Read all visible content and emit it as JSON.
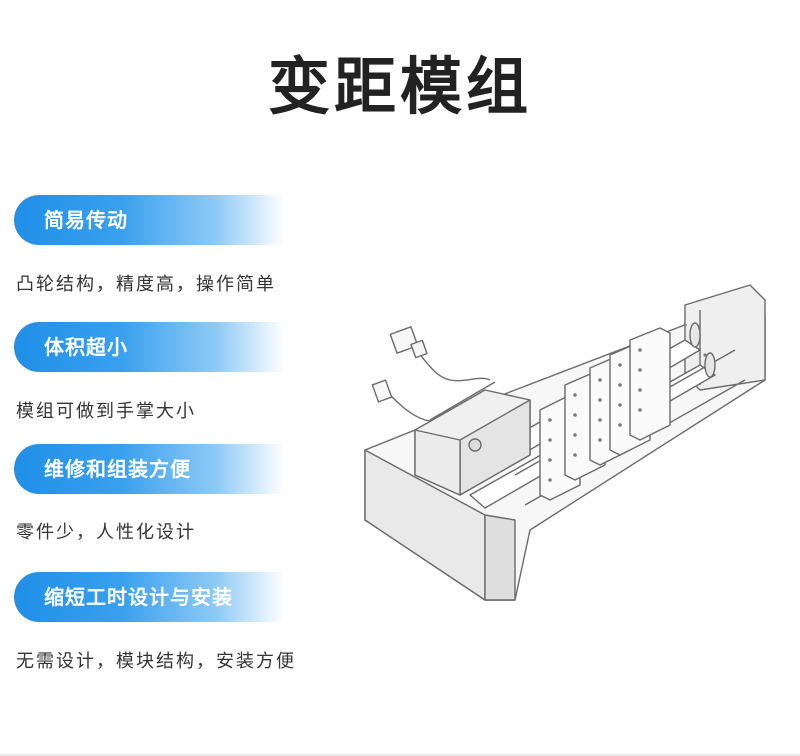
{
  "title": "变距模组",
  "features": [
    {
      "heading": "简易传动",
      "description": "凸轮结构，精度高，操作简单"
    },
    {
      "heading": "体积超小",
      "description": "模组可做到手掌大小"
    },
    {
      "heading": "维修和组装方便",
      "description": "零件少，人性化设计"
    },
    {
      "heading": "缩短工时设计与安装",
      "description": "无需设计，模块结构，安装方便"
    }
  ],
  "colors": {
    "accent": "#1f8fe8",
    "title": "#222222",
    "text": "#333333"
  },
  "illustration": "variable-pitch-module-drawing"
}
